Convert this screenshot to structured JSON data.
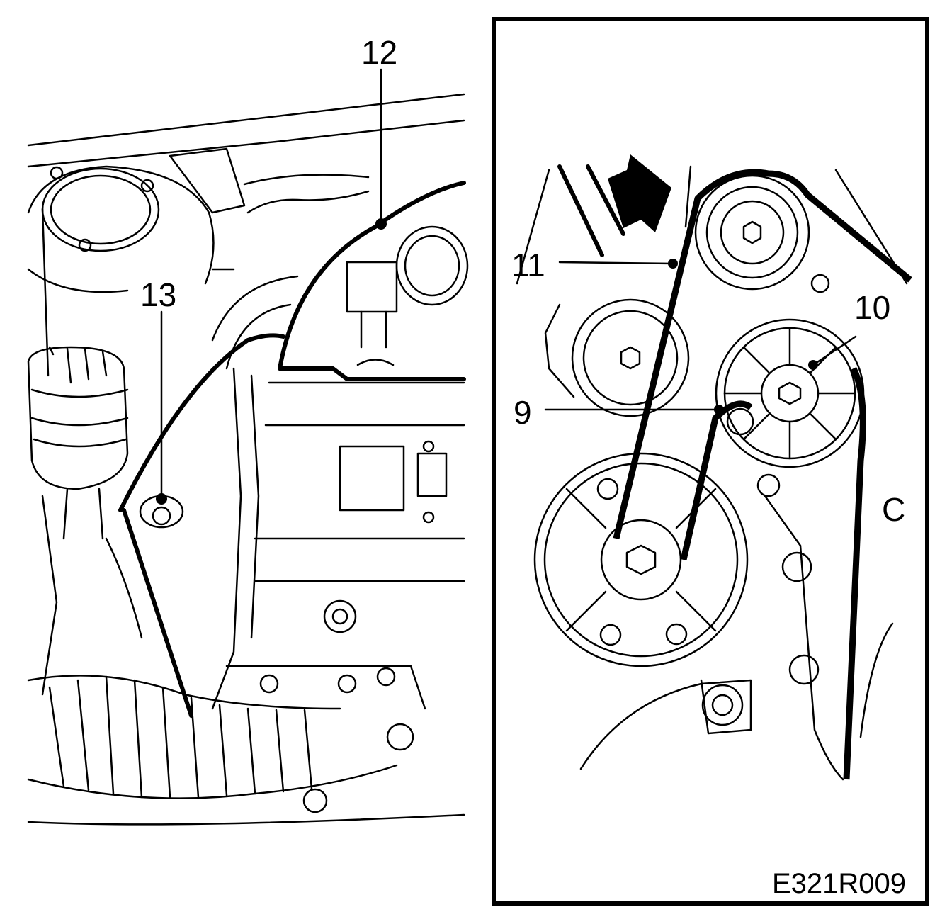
{
  "callouts": {
    "c12": "12",
    "c13": "13",
    "c11": "11",
    "c10": "10",
    "c9": "9",
    "cC": "C"
  },
  "figure_code": "E321R009"
}
